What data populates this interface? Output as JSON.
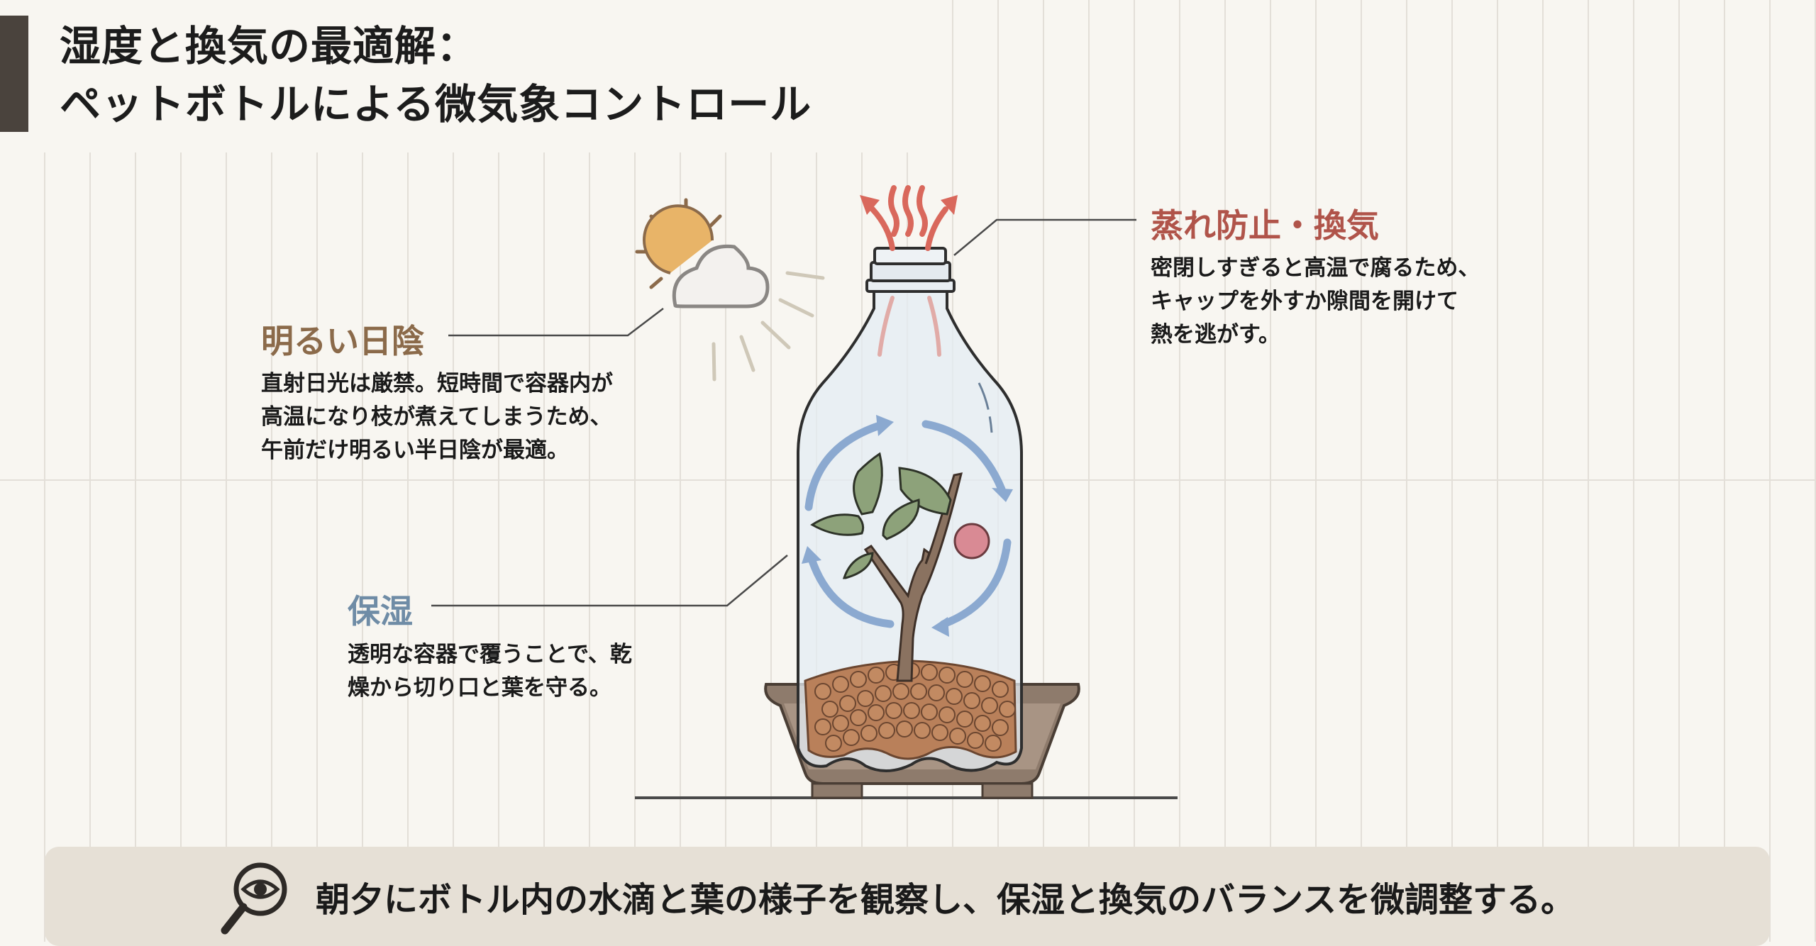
{
  "title": {
    "line1": "湿度と換気の最適解：",
    "line2": "ペットボトルによる微気象コントロール",
    "accent_bar_color": "#4A433D"
  },
  "callouts": {
    "shade": {
      "heading": "明るい日陰",
      "heading_color": "#8B6A4A",
      "body": [
        "直射日光は厳禁。短時間で容器内が",
        "高温になり枝が煮えてしまうため、",
        "午前だけ明るい半日陰が最適。"
      ],
      "icon": "sun-cloud-icon"
    },
    "ventilation": {
      "heading": "蒸れ防止・換気",
      "heading_color": "#B0544A",
      "body": [
        "密閉しすぎると高温で腐るため、",
        "キャップを外すか隙間を開けて",
        "熱を逃がす。"
      ],
      "icon": "heat-escape-arrows-icon"
    },
    "humidity": {
      "heading": "保湿",
      "heading_color": "#6F8CA6",
      "body": [
        "透明な容器で覆うことで、乾",
        "燥から切り口と葉を守る。"
      ],
      "icon": "circulation-arrows-icon"
    }
  },
  "illustration": {
    "bottle": "pet-bottle-cloche",
    "plant": "cutting-with-leaves-and-fruit",
    "pot": "bonsai-pot-with-akadama-soil",
    "colors": {
      "sun": "#E8B468",
      "heat": "#D9685C",
      "circulation": "#8BA9D0",
      "leaf": "#8DA27A",
      "branch": "#8A7260",
      "fruit": "#D98A94",
      "soil": "#B9805A",
      "pot": "#8E7B6C"
    }
  },
  "banner": {
    "icon": "magnifier-eye-icon",
    "text": "朝夕にボトル内の水滴と葉の様子を観察し、保湿と換気のバランスを微調整する。",
    "background": "#E6E0D6"
  }
}
